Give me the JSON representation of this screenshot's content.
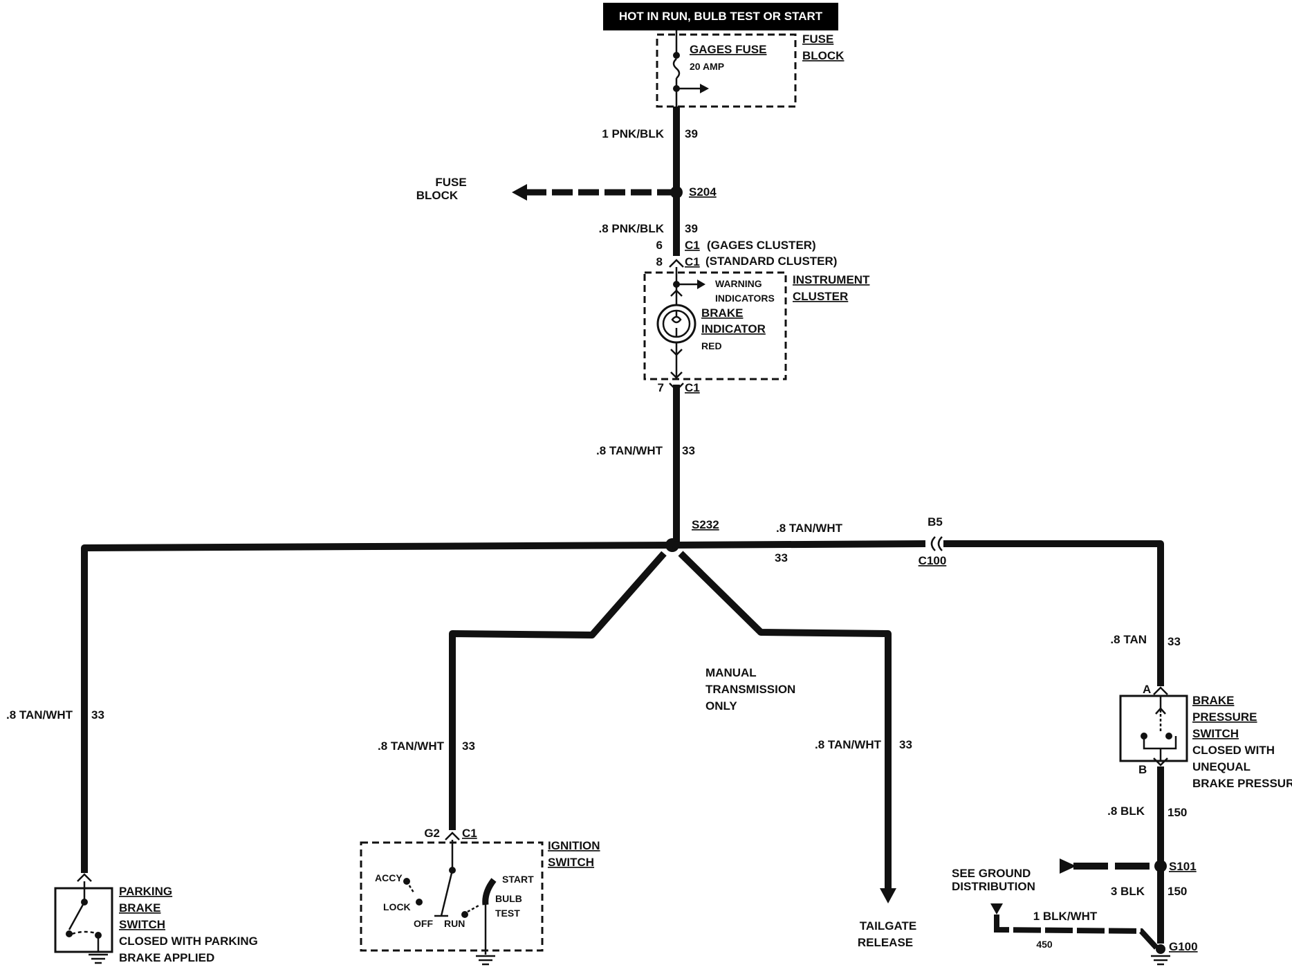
{
  "header": {
    "power_label": "HOT IN RUN,   BULB TEST OR START"
  },
  "fuse_block": {
    "fuse_name": "GAGES FUSE",
    "fuse_rating": "20 AMP",
    "block_label_1": "FUSE",
    "block_label_2": "BLOCK"
  },
  "wires": {
    "w1_gauge": "1 PNK/BLK",
    "w1_circuit": "39",
    "w2_gauge": ".8 PNK/BLK",
    "w2_circuit": "39",
    "w3_gauge": ".8 TAN/WHT",
    "w3_circuit": "33",
    "right_gauge": ".8 TAN/WHT",
    "right_circuit": "33",
    "left_gauge": ".8 TAN/WHT",
    "left_circuit": "33",
    "ign_gauge": ".8 TAN/WHT",
    "ign_circuit": "33",
    "tail_gauge": ".8 TAN/WHT",
    "tail_circuit": "33",
    "bps_gauge": ".8 TAN",
    "bps_circuit": "33",
    "blk_gauge": ".8 BLK",
    "blk_circuit": "150",
    "blk3_gauge": "3 BLK",
    "blk3_circuit": "150",
    "gnd_gauge": "1 BLK/WHT",
    "gnd_circuit": "450"
  },
  "splices": {
    "s204": "S204",
    "s204_dest_1": "FUSE",
    "s204_dest_2": "BLOCK",
    "s232": "S232",
    "s101": "S101",
    "g100": "G100"
  },
  "connectors": {
    "c1_pin_gages": "6",
    "c1_pin_standard": "8",
    "c1_name": "C1",
    "c1_gages_desc": "(GAGES CLUSTER)",
    "c1_standard_desc": "(STANDARD CLUSTER)",
    "c1_out_pin": "7",
    "c100_pin": "B5",
    "c100_name": "C100",
    "ign_pin": "G2",
    "ign_conn": "C1",
    "bps_pin_a": "A",
    "bps_pin_b": "B"
  },
  "cluster": {
    "title_1": "INSTRUMENT",
    "title_2": "CLUSTER",
    "warn_1": "WARNING",
    "warn_2": "INDICATORS",
    "brake_1": "BRAKE",
    "brake_2": "INDICATOR",
    "color": "RED"
  },
  "manual_note": {
    "line_1": "MANUAL",
    "line_2": "TRANSMISSION",
    "line_3": "ONLY"
  },
  "parking_switch": {
    "title_1": "PARKING",
    "title_2": "BRAKE",
    "title_3": "SWITCH",
    "desc_1": "CLOSED WITH PARKING",
    "desc_2": "BRAKE APPLIED"
  },
  "ignition_switch": {
    "title_1": "IGNITION",
    "title_2": "SWITCH",
    "pos_accy": "ACCY",
    "pos_lock": "LOCK",
    "pos_off": "OFF",
    "pos_run": "RUN",
    "pos_start": "START",
    "pos_bulb": "BULB",
    "pos_test": "TEST"
  },
  "tailgate": {
    "line_1": "TAILGATE",
    "line_2": "RELEASE"
  },
  "brake_pressure_switch": {
    "title_1": "BRAKE",
    "title_2": "PRESSURE",
    "title_3": "SWITCH",
    "desc_1": "CLOSED WITH",
    "desc_2": "UNEQUAL",
    "desc_3": "BRAKE PRESSURE"
  },
  "ground_ref": {
    "line_1": "SEE GROUND",
    "line_2": "DISTRIBUTION"
  }
}
